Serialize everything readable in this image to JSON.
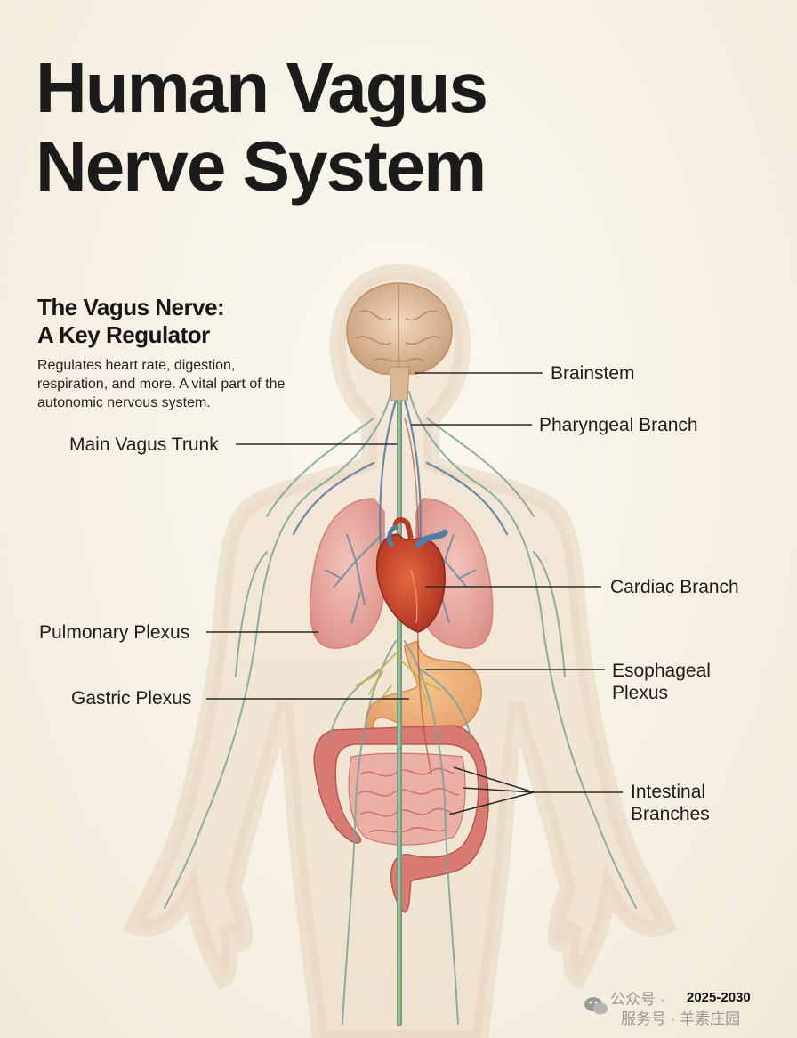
{
  "title": {
    "line1": "Human Vagus",
    "line2": "Nerve System"
  },
  "subtitle": {
    "line1": "The Vagus Nerve:",
    "line2": "A Key Regulator"
  },
  "description": "Regulates heart rate, digestion, respiration, and more. A vital part of the autonomic nervous system.",
  "labels": {
    "brainstem": "Brainstem",
    "pharyngeal": "Pharyngeal Branch",
    "main_trunk": "Main Vagus Trunk",
    "cardiac": "Cardiac Branch",
    "pulmonary": "Pulmonary Plexus",
    "esophageal_1": "Esophageal",
    "esophageal_2": "Plexus",
    "gastric": "Gastric Plexus",
    "intestinal_1": "Intestinal",
    "intestinal_2": "Branches"
  },
  "footer": {
    "year": "2025-2030",
    "watermark_line1": "公众号 ·",
    "watermark_line2": "服务号 · 羊素庄园"
  },
  "colors": {
    "background": "#f6f1e4",
    "body": "#f2e6d6",
    "nerve": "#5f8a82",
    "nerve_yellow": "#c9b24a",
    "heart": "#c4432c",
    "lungs": "#e9a9a0",
    "intestine": "#d97b73",
    "stomach": "#eeab74",
    "brain": "#e0c1a3"
  }
}
